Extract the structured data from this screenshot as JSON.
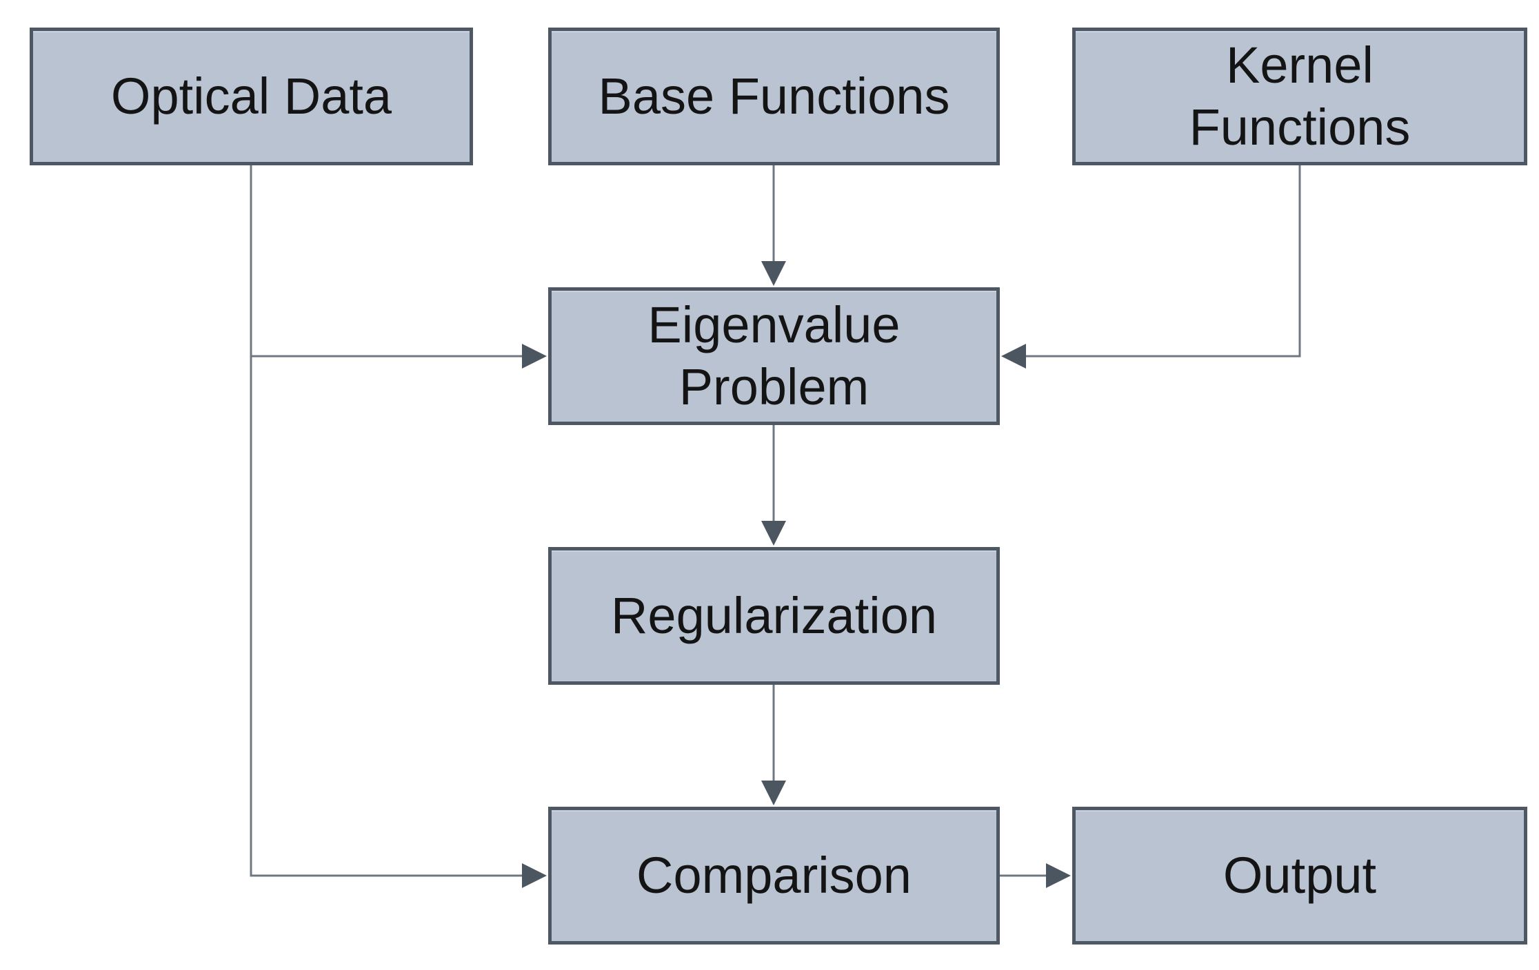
{
  "diagram": {
    "title": "",
    "background_color": "#ffffff",
    "node_fill_color": "#b9c3d2",
    "node_border_color": "#4d5864",
    "connector_color": "#6e7882",
    "arrowhead_color": "#4c5661",
    "text_color": "#141414",
    "nodes": [
      {
        "id": "optical-data",
        "label": "Optical Data"
      },
      {
        "id": "base-functions",
        "label": "Base Functions"
      },
      {
        "id": "kernel-functions",
        "label": "Kernel\nFunctions"
      },
      {
        "id": "eigenvalue-problem",
        "label": "Eigenvalue\nProblem"
      },
      {
        "id": "regularization",
        "label": "Regularization"
      },
      {
        "id": "comparison",
        "label": "Comparison"
      },
      {
        "id": "output",
        "label": "Output"
      }
    ],
    "edges": [
      {
        "from": "base-functions",
        "to": "eigenvalue-problem",
        "direction": "down"
      },
      {
        "from": "optical-data",
        "to": "eigenvalue-problem",
        "direction": "down-then-right"
      },
      {
        "from": "kernel-functions",
        "to": "eigenvalue-problem",
        "direction": "down-then-left"
      },
      {
        "from": "eigenvalue-problem",
        "to": "regularization",
        "direction": "down"
      },
      {
        "from": "regularization",
        "to": "comparison",
        "direction": "down"
      },
      {
        "from": "optical-data",
        "to": "comparison",
        "direction": "down-then-right"
      },
      {
        "from": "comparison",
        "to": "output",
        "direction": "right"
      }
    ]
  }
}
